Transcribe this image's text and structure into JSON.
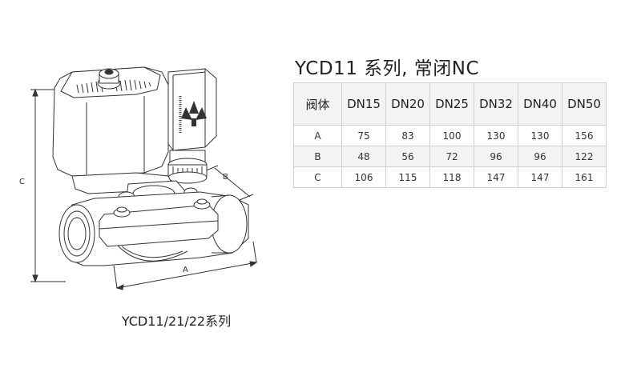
{
  "figure": {
    "caption": "YCD11/21/22系列",
    "dimension_labels": {
      "a": "A",
      "b": "B",
      "c": "C"
    }
  },
  "spec": {
    "title": "YCD11 系列, 常闭NC",
    "headers": [
      "阀体",
      "DN15",
      "DN20",
      "DN25",
      "DN32",
      "DN40",
      "DN50"
    ],
    "rows": [
      {
        "label": "A",
        "values": [
          "75",
          "83",
          "100",
          "130",
          "130",
          "156"
        ]
      },
      {
        "label": "B",
        "values": [
          "48",
          "56",
          "72",
          "96",
          "96",
          "122"
        ]
      },
      {
        "label": "C",
        "values": [
          "106",
          "115",
          "118",
          "147",
          "147",
          "161"
        ]
      }
    ]
  }
}
